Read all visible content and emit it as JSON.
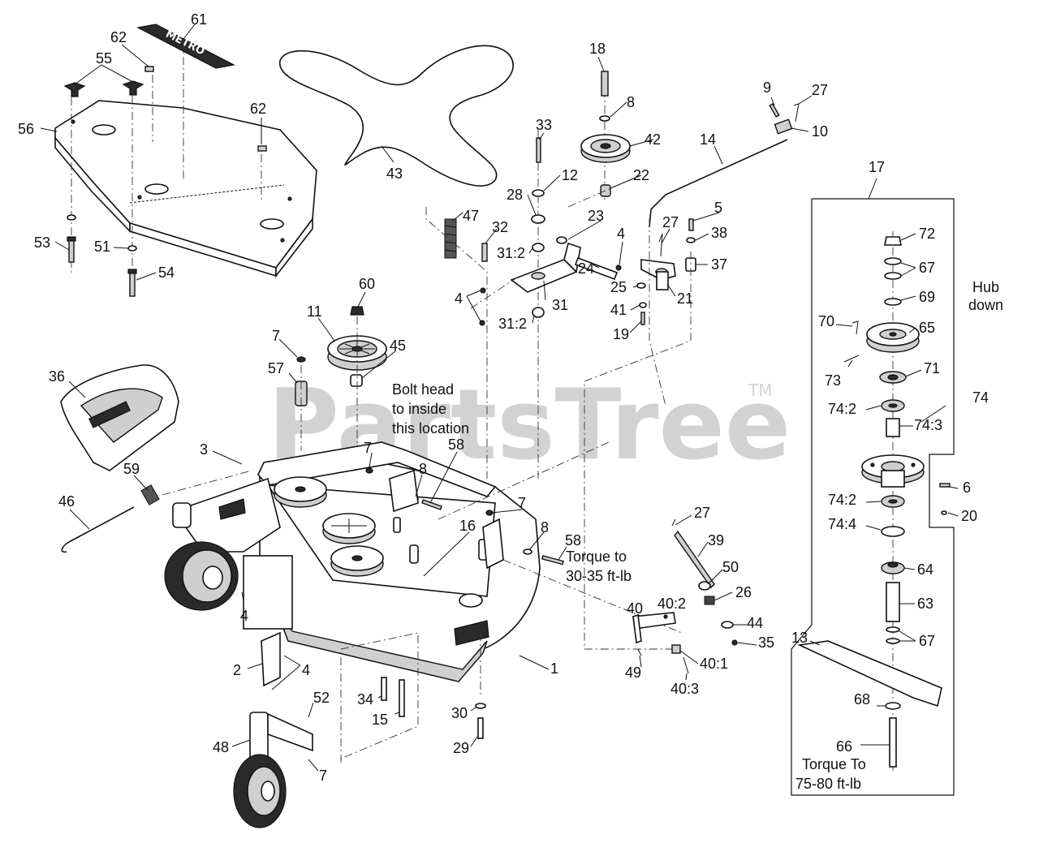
{
  "watermark": {
    "brand": "PartsTree",
    "tm": "TM"
  },
  "callouts": [
    {
      "id": "c61",
      "label": "61"
    },
    {
      "id": "c62a",
      "label": "62"
    },
    {
      "id": "c55",
      "label": "55"
    },
    {
      "id": "c56",
      "label": "56"
    },
    {
      "id": "c62b",
      "label": "62"
    },
    {
      "id": "c53",
      "label": "53"
    },
    {
      "id": "c51",
      "label": "51"
    },
    {
      "id": "c54",
      "label": "54"
    },
    {
      "id": "c43",
      "label": "43"
    },
    {
      "id": "c18",
      "label": "18"
    },
    {
      "id": "c8a",
      "label": "8"
    },
    {
      "id": "c42",
      "label": "42"
    },
    {
      "id": "c33",
      "label": "33"
    },
    {
      "id": "c12",
      "label": "12"
    },
    {
      "id": "c22",
      "label": "22"
    },
    {
      "id": "c28",
      "label": "28"
    },
    {
      "id": "c47",
      "label": "47"
    },
    {
      "id": "c32",
      "label": "32"
    },
    {
      "id": "c312a",
      "label": "31:2"
    },
    {
      "id": "c23",
      "label": "23"
    },
    {
      "id": "c4a",
      "label": "4"
    },
    {
      "id": "c24",
      "label": "24"
    },
    {
      "id": "c31",
      "label": "31"
    },
    {
      "id": "c4b",
      "label": "4"
    },
    {
      "id": "c312b",
      "label": "31:2"
    },
    {
      "id": "c9",
      "label": "9"
    },
    {
      "id": "c27a",
      "label": "27"
    },
    {
      "id": "c10",
      "label": "10"
    },
    {
      "id": "c14",
      "label": "14"
    },
    {
      "id": "c5",
      "label": "5"
    },
    {
      "id": "c27b",
      "label": "27"
    },
    {
      "id": "c38",
      "label": "38"
    },
    {
      "id": "c37",
      "label": "37"
    },
    {
      "id": "c25",
      "label": "25"
    },
    {
      "id": "c21",
      "label": "21"
    },
    {
      "id": "c41",
      "label": "41"
    },
    {
      "id": "c19",
      "label": "19"
    },
    {
      "id": "c60",
      "label": "60"
    },
    {
      "id": "c11",
      "label": "11"
    },
    {
      "id": "c7a",
      "label": "7"
    },
    {
      "id": "c45",
      "label": "45"
    },
    {
      "id": "c57",
      "label": "57"
    },
    {
      "id": "c36",
      "label": "36"
    },
    {
      "id": "c3",
      "label": "3"
    },
    {
      "id": "c7b",
      "label": "7"
    },
    {
      "id": "c8b",
      "label": "8"
    },
    {
      "id": "c58a",
      "label": "58"
    },
    {
      "id": "c59",
      "label": "59"
    },
    {
      "id": "c46",
      "label": "46"
    },
    {
      "id": "c16",
      "label": "16"
    },
    {
      "id": "c7c",
      "label": "7"
    },
    {
      "id": "c8c",
      "label": "8"
    },
    {
      "id": "c58b",
      "label": "58"
    },
    {
      "id": "c27c",
      "label": "27"
    },
    {
      "id": "c39",
      "label": "39"
    },
    {
      "id": "c50",
      "label": "50"
    },
    {
      "id": "c26",
      "label": "26"
    },
    {
      "id": "c402",
      "label": "40:2"
    },
    {
      "id": "c40",
      "label": "40"
    },
    {
      "id": "c44",
      "label": "44"
    },
    {
      "id": "c35",
      "label": "35"
    },
    {
      "id": "c401",
      "label": "40:1"
    },
    {
      "id": "c49",
      "label": "49"
    },
    {
      "id": "c403",
      "label": "40:3"
    },
    {
      "id": "c4c",
      "label": "4"
    },
    {
      "id": "c2",
      "label": "2"
    },
    {
      "id": "c4d",
      "label": "4"
    },
    {
      "id": "c1",
      "label": "1"
    },
    {
      "id": "c34",
      "label": "34"
    },
    {
      "id": "c15",
      "label": "15"
    },
    {
      "id": "c30",
      "label": "30"
    },
    {
      "id": "c29",
      "label": "29"
    },
    {
      "id": "c52",
      "label": "52"
    },
    {
      "id": "c48",
      "label": "48"
    },
    {
      "id": "c7d",
      "label": "7"
    },
    {
      "id": "c17",
      "label": "17"
    },
    {
      "id": "c72",
      "label": "72"
    },
    {
      "id": "c67a",
      "label": "67"
    },
    {
      "id": "c69",
      "label": "69"
    },
    {
      "id": "c70",
      "label": "70"
    },
    {
      "id": "c65",
      "label": "65"
    },
    {
      "id": "c73",
      "label": "73"
    },
    {
      "id": "c71",
      "label": "71"
    },
    {
      "id": "c742a",
      "label": "74:2"
    },
    {
      "id": "c74",
      "label": "74"
    },
    {
      "id": "c743",
      "label": "74:3"
    },
    {
      "id": "c6",
      "label": "6"
    },
    {
      "id": "c742b",
      "label": "74:2"
    },
    {
      "id": "c20",
      "label": "20"
    },
    {
      "id": "c744",
      "label": "74:4"
    },
    {
      "id": "c64",
      "label": "64"
    },
    {
      "id": "c63",
      "label": "63"
    },
    {
      "id": "c67b",
      "label": "67"
    },
    {
      "id": "c13",
      "label": "13"
    },
    {
      "id": "c68",
      "label": "68"
    },
    {
      "id": "c66",
      "label": "66"
    }
  ],
  "notes": {
    "hub_down": [
      "Hub",
      "down"
    ],
    "bolt_head": [
      "Bolt head",
      "to inside",
      "this location"
    ],
    "torque_30": [
      "Torque to",
      "30-35 ft-lb"
    ],
    "torque_75": [
      "Torque To",
      "75-80 ft-lb"
    ]
  },
  "decals": {
    "metro": "METRO"
  }
}
